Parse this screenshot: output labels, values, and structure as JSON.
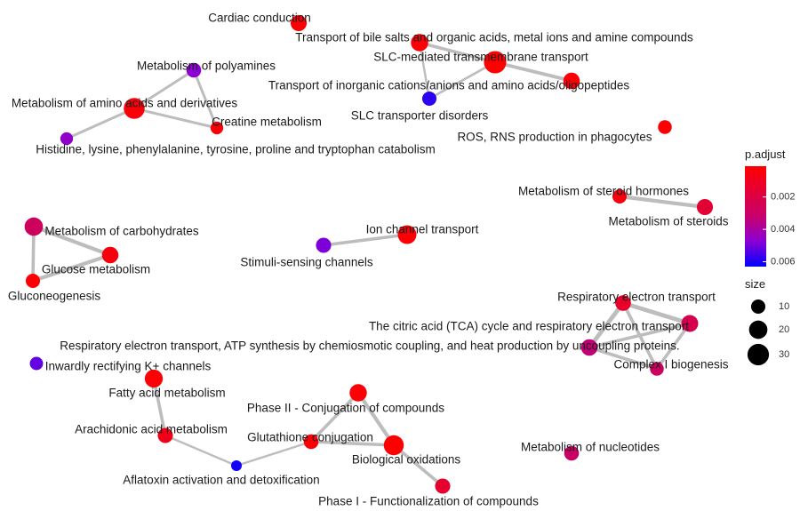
{
  "nodes": [
    {
      "id": "cardiac",
      "label": "Cardiac conduction",
      "size": 14,
      "p_adjust": 0.0002
    },
    {
      "id": "bile",
      "label": "Transport of bile salts and organic acids, metal ions and amine compounds",
      "size": 17,
      "p_adjust": 0.0002
    },
    {
      "id": "slc",
      "label": "SLC-mediated transmembrane transport",
      "size": 33,
      "p_adjust": 0.0001
    },
    {
      "id": "inorganic",
      "label": "Transport of inorganic cations/anions and amino acids/oligopeptides",
      "size": 15,
      "p_adjust": 0.0002
    },
    {
      "id": "slcdis",
      "label": "SLC transporter disorders",
      "size": 10,
      "p_adjust": 0.0058
    },
    {
      "id": "polyamines",
      "label": "Metabolism of polyamines",
      "size": 11,
      "p_adjust": 0.0047
    },
    {
      "id": "aminoacids",
      "label": "Metabolism of amino acids and derivatives",
      "size": 28,
      "p_adjust": 0.0003
    },
    {
      "id": "creatine",
      "label": "Creatine metabolism",
      "size": 7,
      "p_adjust": 0.0003
    },
    {
      "id": "histidine",
      "label": "Histidine, lysine, phenylalanine, tyrosine, proline and tryptophan catabolism",
      "size": 7,
      "p_adjust": 0.0045
    },
    {
      "id": "ros",
      "label": "ROS, RNS production in phagocytes",
      "size": 9,
      "p_adjust": 0.0002
    },
    {
      "id": "steroidhormones",
      "label": "Metabolism of steroid hormones",
      "size": 10,
      "p_adjust": 0.0004
    },
    {
      "id": "steroids",
      "label": "Metabolism of steroids",
      "size": 14,
      "p_adjust": 0.0012
    },
    {
      "id": "carbs",
      "label": "Metabolism of carbohydrates",
      "size": 20,
      "p_adjust": 0.0021
    },
    {
      "id": "glucose",
      "label": "Glucose metabolism",
      "size": 15,
      "p_adjust": 0.0004
    },
    {
      "id": "gluconeo",
      "label": "Gluconeogenesis",
      "size": 10,
      "p_adjust": 0.0002
    },
    {
      "id": "ionchannel",
      "label": "Ion channel transport",
      "size": 21,
      "p_adjust": 0.0002
    },
    {
      "id": "stimuli",
      "label": "Stimuli-sensing channels",
      "size": 12,
      "p_adjust": 0.0049
    },
    {
      "id": "respet",
      "label": "Respiratory electron transport",
      "size": 13,
      "p_adjust": 0.001
    },
    {
      "id": "tca",
      "label": "The citric acid (TCA) cycle and respiratory electron transport",
      "size": 16,
      "p_adjust": 0.0018
    },
    {
      "id": "respatp",
      "label": "Respiratory electron transport, ATP synthesis by chemiosmotic coupling, and heat production by uncoupling proteins.",
      "size": 15,
      "p_adjust": 0.0026
    },
    {
      "id": "complexi",
      "label": "Complex I biogenesis",
      "size": 9,
      "p_adjust": 0.0022
    },
    {
      "id": "kir",
      "label": "Inwardly rectifying K+ channels",
      "size": 8,
      "p_adjust": 0.0052
    },
    {
      "id": "fatty",
      "label": "Fatty acid metabolism",
      "size": 19,
      "p_adjust": 0.0002
    },
    {
      "id": "phase2",
      "label": "Phase II - Conjugation of compounds",
      "size": 17,
      "p_adjust": 0.0002
    },
    {
      "id": "arachidonic",
      "label": "Arachidonic acid metabolism",
      "size": 12,
      "p_adjust": 0.0006
    },
    {
      "id": "glutathione",
      "label": "Glutathione conjugation",
      "size": 11,
      "p_adjust": 0.0002
    },
    {
      "id": "bioox",
      "label": "Biological oxidations",
      "size": 25,
      "p_adjust": 0.0001
    },
    {
      "id": "aflatoxin",
      "label": "Aflatoxin activation and detoxification",
      "size": 4,
      "p_adjust": 0.0061
    },
    {
      "id": "nucleotides",
      "label": "Metabolism of nucleotides",
      "size": 11,
      "p_adjust": 0.0023
    },
    {
      "id": "phase1",
      "label": "Phase I - Functionalization of compounds",
      "size": 12,
      "p_adjust": 0.0011
    }
  ],
  "edges": [
    {
      "source": "bile",
      "target": "slc",
      "weight": 0.4
    },
    {
      "source": "bile",
      "target": "slcdis",
      "weight": 0.2
    },
    {
      "source": "slc",
      "target": "inorganic",
      "weight": 0.45
    },
    {
      "source": "slc",
      "target": "slcdis",
      "weight": 0.25
    },
    {
      "source": "polyamines",
      "target": "aminoacids",
      "weight": 0.3
    },
    {
      "source": "polyamines",
      "target": "creatine",
      "weight": 0.3
    },
    {
      "source": "aminoacids",
      "target": "creatine",
      "weight": 0.3
    },
    {
      "source": "aminoacids",
      "target": "histidine",
      "weight": 0.3
    },
    {
      "source": "steroidhormones",
      "target": "steroids",
      "weight": 0.5
    },
    {
      "source": "carbs",
      "target": "glucose",
      "weight": 0.5
    },
    {
      "source": "carbs",
      "target": "gluconeo",
      "weight": 0.4
    },
    {
      "source": "glucose",
      "target": "gluconeo",
      "weight": 0.5
    },
    {
      "source": "ionchannel",
      "target": "stimuli",
      "weight": 0.4
    },
    {
      "source": "respet",
      "target": "tca",
      "weight": 0.6
    },
    {
      "source": "respet",
      "target": "respatp",
      "weight": 0.6
    },
    {
      "source": "respet",
      "target": "complexi",
      "weight": 0.4
    },
    {
      "source": "tca",
      "target": "respatp",
      "weight": 0.4
    },
    {
      "source": "tca",
      "target": "complexi",
      "weight": 0.4
    },
    {
      "source": "respatp",
      "target": "complexi",
      "weight": 0.4
    },
    {
      "source": "fatty",
      "target": "arachidonic",
      "weight": 0.4
    },
    {
      "source": "arachidonic",
      "target": "aflatoxin",
      "weight": 0.2
    },
    {
      "source": "aflatoxin",
      "target": "glutathione",
      "weight": 0.2
    },
    {
      "source": "glutathione",
      "target": "phase2",
      "weight": 0.4
    },
    {
      "source": "glutathione",
      "target": "bioox",
      "weight": 0.4
    },
    {
      "source": "phase2",
      "target": "bioox",
      "weight": 0.5
    },
    {
      "source": "bioox",
      "target": "phase1",
      "weight": 0.4
    }
  ],
  "legend": {
    "color_title": "p.adjust",
    "color_ticks": [
      "0.002",
      "0.004",
      "0.006"
    ],
    "color_tick_values": [
      0.002,
      0.004,
      0.006
    ],
    "color_range": [
      0.0001,
      0.0063
    ],
    "color_high": "#0000ff",
    "color_mid": "#8a00d4",
    "color_low": "#ff0000",
    "size_title": "size",
    "size_values": [
      10,
      20,
      30
    ]
  }
}
